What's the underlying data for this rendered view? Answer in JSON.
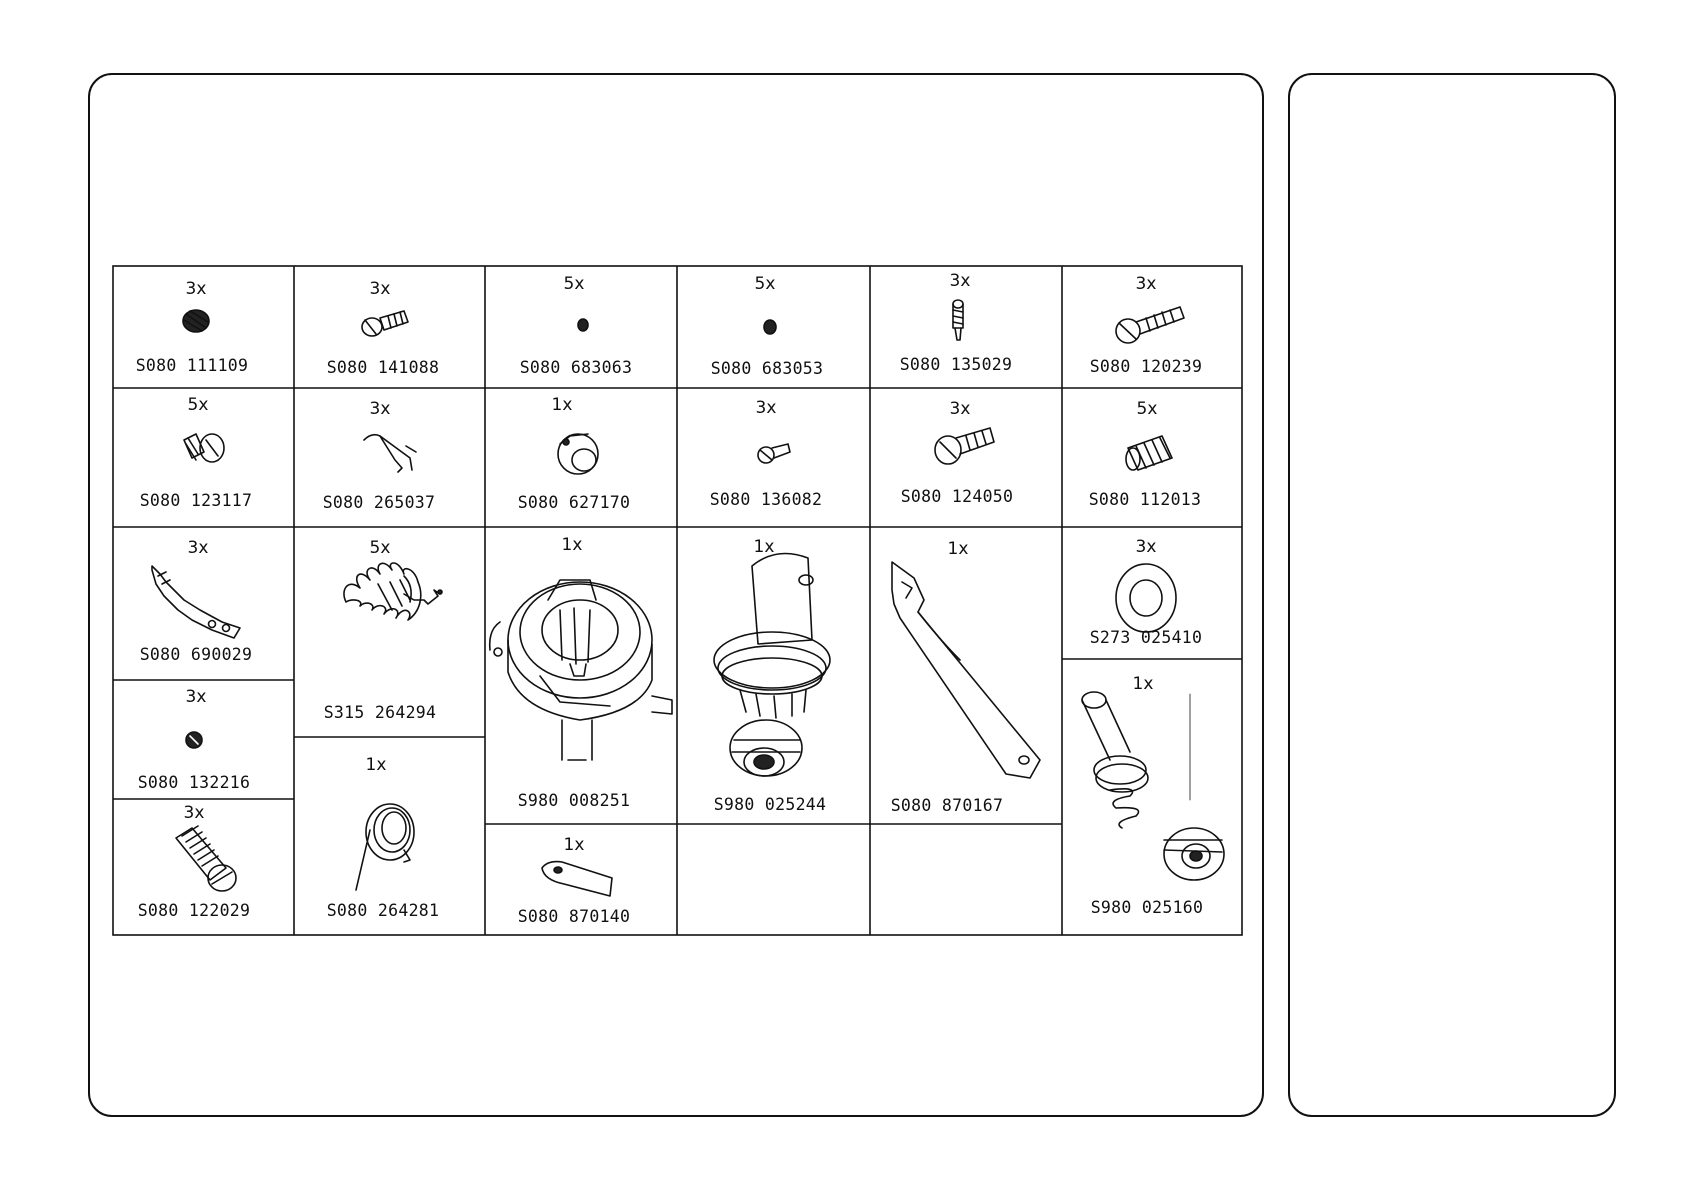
{
  "parts": [
    {
      "id": "p1",
      "qty": "3x",
      "pn": "S080 111109",
      "icon": "set-screw-icon"
    },
    {
      "id": "p2",
      "qty": "3x",
      "pn": "S080 141088",
      "icon": "shoulder-screw-icon"
    },
    {
      "id": "p3",
      "qty": "5x",
      "pn": "S080 683063",
      "icon": "small-set-screw-icon"
    },
    {
      "id": "p4",
      "qty": "5x",
      "pn": "S080 683053",
      "icon": "small-set-screw-icon"
    },
    {
      "id": "p5",
      "qty": "3x",
      "pn": "S080 135029",
      "icon": "vertical-screw-icon"
    },
    {
      "id": "p6",
      "qty": "3x",
      "pn": "S080 120239",
      "icon": "long-screw-icon"
    },
    {
      "id": "p7",
      "qty": "5x",
      "pn": "S080 123117",
      "icon": "slotted-screw-icon"
    },
    {
      "id": "p8",
      "qty": "3x",
      "pn": "S080 265037",
      "icon": "wire-spring-icon"
    },
    {
      "id": "p9",
      "qty": "1x",
      "pn": "S080 627170",
      "icon": "eccentric-bushing-icon"
    },
    {
      "id": "p10",
      "qty": "3x",
      "pn": "S080 136082",
      "icon": "small-screw-icon"
    },
    {
      "id": "p11",
      "qty": "3x",
      "pn": "S080 124050",
      "icon": "slotted-screw-icon"
    },
    {
      "id": "p12",
      "qty": "5x",
      "pn": "S080 112013",
      "icon": "grub-screw-icon"
    },
    {
      "id": "p13",
      "qty": "3x",
      "pn": "S080 690029",
      "icon": "flat-spring-icon"
    },
    {
      "id": "p14",
      "qty": "5x",
      "pn": "S315 264294",
      "icon": "coil-spring-icon"
    },
    {
      "id": "p15",
      "qty": "1x",
      "pn": "S980 008251",
      "icon": "rotary-hook-icon"
    },
    {
      "id": "p16",
      "qty": "1x",
      "pn": "S980 025244",
      "icon": "tension-assembly-icon"
    },
    {
      "id": "p17",
      "qty": "1x",
      "pn": "S080 870167",
      "icon": "thread-trimmer-blade-icon"
    },
    {
      "id": "p18",
      "qty": "3x",
      "pn": "S273 025410",
      "icon": "washer-icon"
    },
    {
      "id": "p19",
      "qty": "3x",
      "pn": "S080 132216",
      "icon": "tiny-screw-icon"
    },
    {
      "id": "p20",
      "qty": "1x",
      "pn": "S080 264281",
      "icon": "torsion-spring-icon"
    },
    {
      "id": "p21",
      "qty": "3x",
      "pn": "S080 122029",
      "icon": "long-slotted-screw-icon"
    },
    {
      "id": "p22",
      "qty": "1x",
      "pn": "S980 025160",
      "icon": "tension-stud-assembly-icon"
    },
    {
      "id": "p23",
      "qty": "1x",
      "pn": "S080 870140",
      "icon": "small-blade-icon"
    }
  ]
}
